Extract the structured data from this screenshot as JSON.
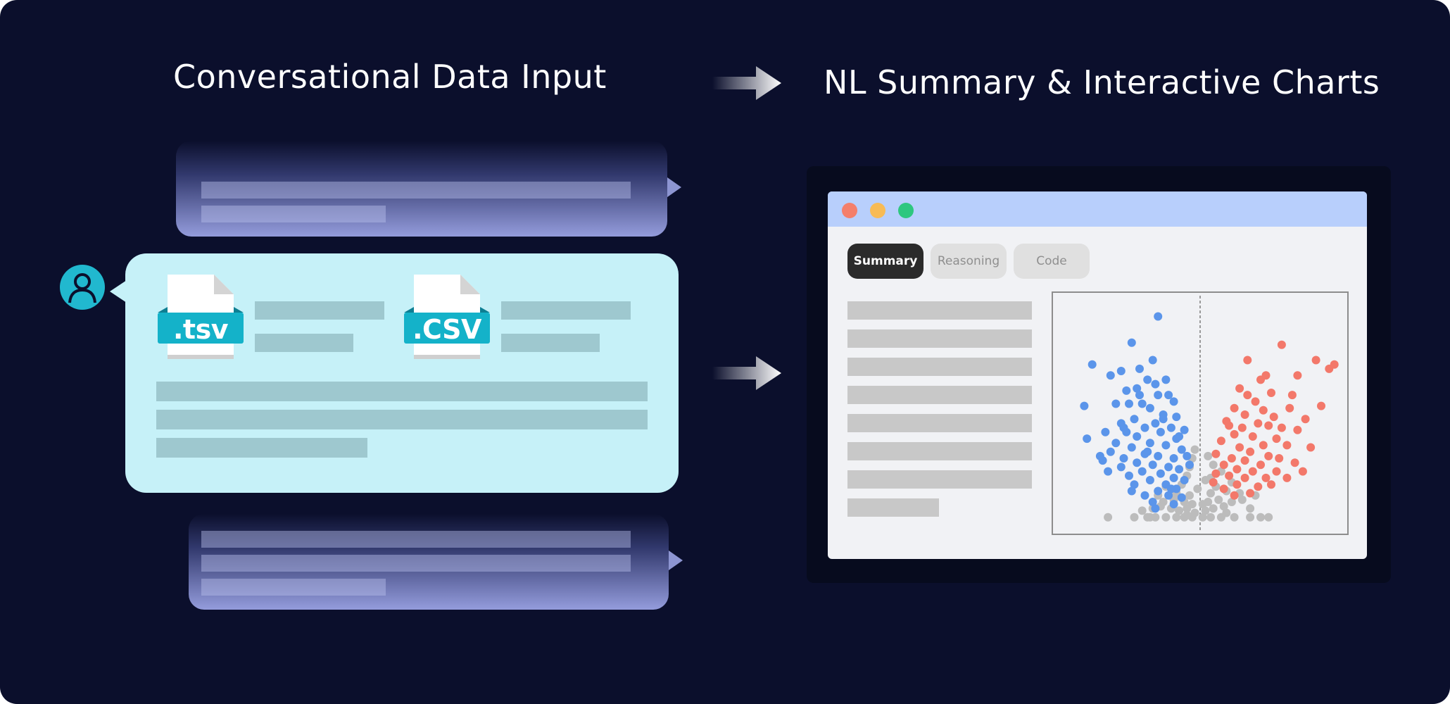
{
  "headings": {
    "left": "Conversational Data Input",
    "right": "NL Summary & Interactive Charts"
  },
  "icons": {
    "avatar": "user-avatar-icon",
    "flow_arrow": "arrow-right-icon",
    "file": "document-file-icon"
  },
  "files": [
    {
      "label": ".tsv"
    },
    {
      "label": ".CSV"
    }
  ],
  "window_controls": {
    "close_color": "#f47f6b",
    "minimize_color": "#f8bb55",
    "maximize_color": "#2ec77f"
  },
  "tabs": [
    {
      "label": "Summary",
      "active": true
    },
    {
      "label": "Reasoning",
      "active": false
    },
    {
      "label": "Code",
      "active": false
    }
  ],
  "colors": {
    "background": "#0b0f2c",
    "user_bubble": "#c6f1f8",
    "file_accent": "#14b2c9",
    "avatar": "#21b8cf",
    "titlebar": "#b8cffc",
    "down": "#5b95ea",
    "up": "#f3786a",
    "neutral": "#bcbcbc"
  },
  "chart_data": {
    "type": "scatter",
    "xlim": [
      -5,
      5
    ],
    "ylim": [
      0,
      10
    ],
    "threshold_x": 0,
    "grid": false,
    "series": [
      {
        "color": "#5b95ea",
        "points": [
          [
            -1.6,
            9.5
          ],
          [
            -2.6,
            8.3
          ],
          [
            -1.8,
            7.5
          ],
          [
            -4.1,
            7.3
          ],
          [
            -3.4,
            6.8
          ],
          [
            -2.3,
            7.1
          ],
          [
            -3.0,
            7.0
          ],
          [
            -1.7,
            6.4
          ],
          [
            -1.3,
            6.6
          ],
          [
            -2.0,
            6.6
          ],
          [
            -2.4,
            6.2
          ],
          [
            -1.2,
            5.9
          ],
          [
            -2.8,
            6.1
          ],
          [
            -1.6,
            5.9
          ],
          [
            -1.0,
            5.6
          ],
          [
            -3.2,
            5.5
          ],
          [
            -2.7,
            5.5
          ],
          [
            -4.4,
            5.4
          ],
          [
            -1.9,
            5.3
          ],
          [
            -2.2,
            5.5
          ],
          [
            -1.4,
            5.0
          ],
          [
            -0.9,
            4.9
          ],
          [
            -2.5,
            4.8
          ],
          [
            -3.0,
            4.6
          ],
          [
            -1.7,
            4.6
          ],
          [
            -3.6,
            4.2
          ],
          [
            -2.1,
            4.4
          ],
          [
            -1.1,
            4.4
          ],
          [
            -0.6,
            4.3
          ],
          [
            -2.8,
            4.2
          ],
          [
            -1.5,
            4.2
          ],
          [
            -2.4,
            4.0
          ],
          [
            -0.9,
            3.9
          ],
          [
            -3.2,
            3.7
          ],
          [
            -1.9,
            3.7
          ],
          [
            -4.3,
            3.9
          ],
          [
            -2.6,
            3.5
          ],
          [
            -1.3,
            3.6
          ],
          [
            -0.7,
            3.4
          ],
          [
            -3.4,
            3.3
          ],
          [
            -2.1,
            3.2
          ],
          [
            -1.6,
            3.1
          ],
          [
            -1.0,
            3.0
          ],
          [
            -2.9,
            3.0
          ],
          [
            -0.5,
            3.1
          ],
          [
            -2.4,
            2.8
          ],
          [
            -1.8,
            2.7
          ],
          [
            -1.2,
            2.6
          ],
          [
            -3.0,
            2.6
          ],
          [
            -3.7,
            2.9
          ],
          [
            -0.8,
            2.5
          ],
          [
            -2.2,
            2.4
          ],
          [
            -1.5,
            2.3
          ],
          [
            -2.7,
            2.2
          ],
          [
            -1.0,
            2.1
          ],
          [
            -0.6,
            2.0
          ],
          [
            -1.9,
            2.0
          ],
          [
            -1.3,
            1.8
          ],
          [
            -2.5,
            1.8
          ],
          [
            -0.9,
            1.6
          ],
          [
            -1.6,
            1.5
          ],
          [
            -2.1,
            1.3
          ],
          [
            -1.2,
            1.3
          ],
          [
            -0.7,
            1.2
          ],
          [
            -1.8,
            1.0
          ],
          [
            -1.0,
            0.9
          ],
          [
            -3.8,
            3.1
          ],
          [
            -2.9,
            4.4
          ],
          [
            -0.4,
            2.7
          ],
          [
            -1.4,
            4.8
          ],
          [
            -2.0,
            3.3
          ],
          [
            -3.5,
            2.4
          ],
          [
            -1.1,
            1.6
          ],
          [
            -2.3,
            5.9
          ],
          [
            -0.8,
            4.0
          ],
          [
            -2.6,
            1.5
          ],
          [
            -1.7,
            0.7
          ]
        ]
      },
      {
        "color": "#f3786a",
        "points": [
          [
            3.1,
            8.2
          ],
          [
            1.8,
            7.5
          ],
          [
            4.4,
            7.5
          ],
          [
            4.9,
            7.1
          ],
          [
            5.1,
            7.3
          ],
          [
            3.7,
            6.8
          ],
          [
            2.3,
            6.6
          ],
          [
            1.5,
            6.2
          ],
          [
            1.8,
            5.9
          ],
          [
            2.7,
            6.0
          ],
          [
            2.1,
            5.6
          ],
          [
            1.3,
            5.3
          ],
          [
            2.4,
            5.2
          ],
          [
            3.4,
            5.3
          ],
          [
            1.7,
            5.0
          ],
          [
            4.6,
            5.4
          ],
          [
            2.8,
            4.9
          ],
          [
            1.0,
            4.7
          ],
          [
            2.2,
            4.6
          ],
          [
            4.0,
            4.8
          ],
          [
            2.6,
            4.5
          ],
          [
            1.6,
            4.4
          ],
          [
            3.1,
            4.4
          ],
          [
            3.7,
            4.3
          ],
          [
            1.3,
            4.1
          ],
          [
            2.0,
            4.0
          ],
          [
            2.9,
            3.9
          ],
          [
            0.8,
            3.8
          ],
          [
            2.4,
            3.6
          ],
          [
            1.5,
            3.5
          ],
          [
            3.3,
            3.6
          ],
          [
            1.9,
            3.3
          ],
          [
            4.2,
            3.5
          ],
          [
            0.6,
            3.2
          ],
          [
            2.6,
            3.1
          ],
          [
            1.2,
            3.0
          ],
          [
            3.0,
            3.0
          ],
          [
            1.7,
            2.9
          ],
          [
            0.9,
            2.7
          ],
          [
            2.3,
            2.7
          ],
          [
            3.6,
            2.8
          ],
          [
            1.4,
            2.5
          ],
          [
            2.0,
            2.4
          ],
          [
            2.9,
            2.4
          ],
          [
            0.6,
            2.3
          ],
          [
            1.1,
            2.2
          ],
          [
            1.7,
            2.1
          ],
          [
            2.5,
            2.1
          ],
          [
            3.9,
            2.4
          ],
          [
            1.4,
            1.8
          ],
          [
            2.2,
            1.7
          ],
          [
            0.9,
            1.6
          ],
          [
            1.9,
            1.4
          ],
          [
            2.7,
            1.8
          ],
          [
            3.3,
            2.1
          ],
          [
            0.5,
            1.9
          ],
          [
            1.3,
            1.3
          ],
          [
            3.5,
            5.9
          ],
          [
            2.5,
            6.8
          ],
          [
            1.1,
            4.5
          ]
        ]
      },
      {
        "color": "#bcbcbc",
        "points": [
          [
            -3.5,
            0.3
          ],
          [
            -2.5,
            0.3
          ],
          [
            -1.9,
            0.3
          ],
          [
            -1.7,
            0.3
          ],
          [
            -1.3,
            0.3
          ],
          [
            -0.9,
            0.3
          ],
          [
            -0.6,
            0.3
          ],
          [
            -0.3,
            0.3
          ],
          [
            0.1,
            0.3
          ],
          [
            0.4,
            0.3
          ],
          [
            0.8,
            0.3
          ],
          [
            1.3,
            0.3
          ],
          [
            1.9,
            0.3
          ],
          [
            2.3,
            0.3
          ],
          [
            2.6,
            0.3
          ],
          [
            -2.0,
            0.3
          ],
          [
            -1.1,
            0.7
          ],
          [
            -0.8,
            0.6
          ],
          [
            -0.5,
            0.7
          ],
          [
            -0.2,
            0.5
          ],
          [
            0.2,
            0.6
          ],
          [
            0.5,
            0.7
          ],
          [
            0.9,
            0.8
          ],
          [
            -1.4,
            1.0
          ],
          [
            -1.0,
            1.1
          ],
          [
            -0.6,
            1.0
          ],
          [
            -0.3,
            0.9
          ],
          [
            0.3,
            1.0
          ],
          [
            0.7,
            1.1
          ],
          [
            1.2,
            1.0
          ],
          [
            -1.6,
            1.3
          ],
          [
            -0.9,
            1.4
          ],
          [
            -0.4,
            1.3
          ],
          [
            0.4,
            1.4
          ],
          [
            1.0,
            1.5
          ],
          [
            1.5,
            1.4
          ],
          [
            -1.3,
            1.7
          ],
          [
            -0.7,
            1.8
          ],
          [
            0.6,
            1.7
          ],
          [
            1.2,
            1.9
          ],
          [
            -1.0,
            2.1
          ],
          [
            -0.5,
            2.2
          ],
          [
            0.4,
            2.1
          ],
          [
            0.8,
            2.4
          ],
          [
            -0.4,
            2.6
          ],
          [
            0.5,
            2.7
          ],
          [
            -0.3,
            3.0
          ],
          [
            0.3,
            3.1
          ],
          [
            -0.2,
            3.4
          ],
          [
            0.1,
            0.9
          ],
          [
            -0.1,
            1.6
          ],
          [
            0.2,
            2.0
          ],
          [
            -1.5,
            0.8
          ],
          [
            1.6,
            1.1
          ],
          [
            1.9,
            0.7
          ],
          [
            -1.8,
            0.7
          ],
          [
            -2.2,
            0.6
          ],
          [
            2.1,
            1.3
          ],
          [
            1.0,
            0.5
          ],
          [
            -0.5,
            0.4
          ]
        ]
      }
    ]
  }
}
